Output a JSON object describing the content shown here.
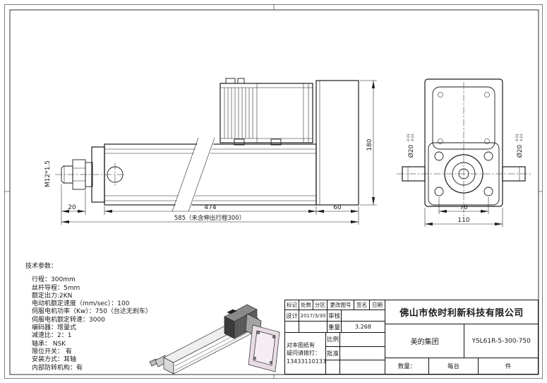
{
  "side_view": {
    "dims": {
      "thread": "M12*1.5",
      "rod": "20",
      "body": "474",
      "total": "585（未含伸出行程300）",
      "gearbox": "60",
      "height": "180"
    }
  },
  "end_view": {
    "dims": {
      "trunnion_left": "Ø20",
      "trunnion_right": "Ø20",
      "tol_upper": "-0.01",
      "tol_lower": "-0.03",
      "bolt_span": "70",
      "width": "110"
    }
  },
  "tech_params": {
    "title": "技术参数：",
    "lines": [
      "行程：300mm",
      "丝杆导程：5mm",
      "额定出力:2KN",
      "电动机额定速度（mm/sec）：100",
      "伺服电机功率（Kw）：750（台达无刹车）",
      "伺服电机额定转速：3000",
      "编码器：增量式",
      "减速比：2：1",
      "轴承： NSK",
      "限位开关： 有",
      "安装方式：耳轴",
      "内部防转机构：有"
    ]
  },
  "title_block": {
    "rev_headers": [
      "标记",
      "处数",
      "分区",
      "更改图号",
      "签名",
      "日期"
    ],
    "design_label": "设计",
    "design_date": "2017/3/30",
    "check_label": "审核",
    "weight_label": "重量",
    "weight_value": "3.268",
    "scale_label": "比例",
    "approve_label": "批准",
    "contact_line1": "对本图纸有",
    "contact_line2": "疑问请拨打：",
    "contact_line3": "13433110133",
    "company": "佛山市依时利新科技有限公司",
    "client": "美的集团",
    "drawing_no": "YSL61R-5-300-750",
    "qty_label": "数量：",
    "qty_unit": "每台",
    "qty_piece": "件"
  }
}
